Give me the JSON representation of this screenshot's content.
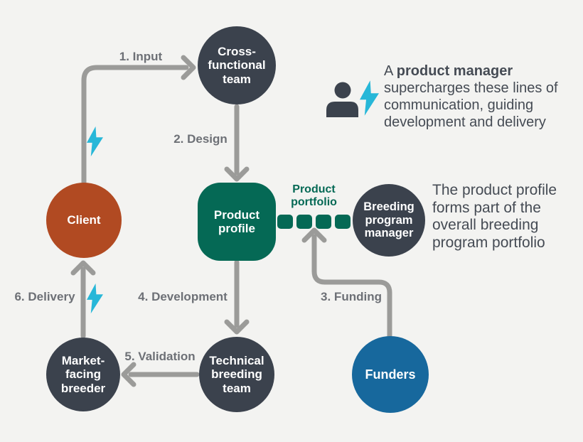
{
  "colors": {
    "background": "#f3f3f1",
    "dark_slate": "#3b424d",
    "green": "#056955",
    "rust": "#b14a22",
    "blue": "#17689d",
    "lightning_cyan": "#27b7d8",
    "arrow_gray": "#9b9b99",
    "edge_label_gray": "#6d7076",
    "paragraph_text": "#454b54"
  },
  "nodes": {
    "client": {
      "lines": [
        "Client"
      ]
    },
    "cross_functional_team": {
      "lines": [
        "Cross-",
        "functional",
        "team"
      ]
    },
    "product_profile": {
      "lines": [
        "Product",
        "profile"
      ]
    },
    "breeding_program_manager": {
      "lines": [
        "Breeding",
        "program",
        "manager"
      ]
    },
    "market_facing_breeder": {
      "lines": [
        "Market-",
        "facing",
        "breeder"
      ]
    },
    "technical_breeding_team": {
      "lines": [
        "Technical",
        "breeding",
        "team"
      ]
    },
    "funders": {
      "lines": [
        "Funders"
      ]
    }
  },
  "edges": {
    "input": {
      "label": "1. Input"
    },
    "design": {
      "label": "2. Design"
    },
    "funding": {
      "label": "3. Funding"
    },
    "development": {
      "label": "4. Development"
    },
    "validation": {
      "label": "5. Validation"
    },
    "delivery": {
      "label": "6. Delivery"
    }
  },
  "portfolio": {
    "lines": [
      "Product",
      "portfolio"
    ],
    "square_count": 4
  },
  "icons": {
    "person": "person-icon",
    "lightning": "lightning-bolt-icon"
  },
  "annotations": {
    "product_manager": {
      "line1_prefix": "A ",
      "line1_bold": "product manager",
      "line2": "supercharges these lines of",
      "line3": "communication, guiding",
      "line4": "development and delivery"
    },
    "portfolio_note": {
      "lines": [
        "The product profile",
        "forms part of the",
        "overall breeding",
        "program portfolio"
      ]
    }
  }
}
